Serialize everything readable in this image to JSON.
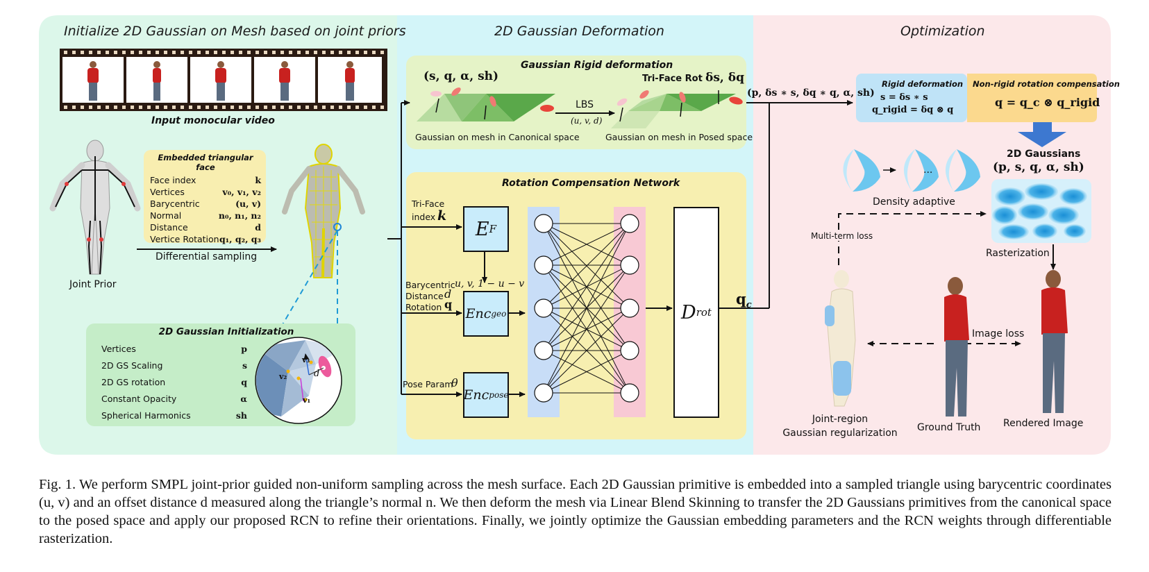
{
  "panels": {
    "left_title": "Initialize 2D Gaussian on Mesh based on joint priors",
    "middle_title": "2D Gaussian Deformation",
    "right_title": "Optimization"
  },
  "left": {
    "video_label": "Input monocular video",
    "joint_prior_label": "Joint Prior",
    "diff_sampling_label": "Differential sampling",
    "embedded_card": {
      "title": "Embedded triangular face",
      "rows": [
        {
          "key": "Face index",
          "value": "k"
        },
        {
          "key": "Vertices",
          "value": "v₀, v₁, v₂"
        },
        {
          "key": "Barycentric",
          "value": "(u, v)"
        },
        {
          "key": "Normal",
          "value": "n₀, n₁, n₂"
        },
        {
          "key": "Distance",
          "value": "d"
        },
        {
          "key": "Vertice Rotation",
          "value": "q₁, q₂, q₃"
        }
      ]
    },
    "init_card": {
      "title": "2D Gaussian Initialization",
      "rows": [
        {
          "key": "Vertices",
          "value": "p"
        },
        {
          "key": "2D GS Scaling",
          "value": "s"
        },
        {
          "key": "2D GS rotation",
          "value": "q"
        },
        {
          "key": "Constant Opacity",
          "value": "α"
        },
        {
          "key": "Spherical Harmonics",
          "value": "sh"
        }
      ],
      "circle_labels": {
        "v3": "v₃",
        "v2": "v₂",
        "v1": "v₁",
        "d": "d"
      }
    }
  },
  "middle": {
    "rigid_title": "Gaussian Rigid deformation",
    "params_label": "(s, q, α, sh)",
    "trifacerot_label": "Tri-Face Rot",
    "trifacerot_math": "δs, δq",
    "lbs_label": "LBS",
    "lbs_math": "(u, v, d)",
    "canonical_label": "Gaussian on mesh in Canonical space",
    "posed_label": "Gaussian on mesh in Posed space",
    "output_params": "(p, δs ∗ s, δq ∗ q, α, sh)",
    "rcn_title": "Rotation Compensation Network",
    "trifaceindex_label_1": "Tri-Face",
    "trifaceindex_label_2": "index",
    "trifaceindex_math": "k",
    "ef_label": "E",
    "ef_sub": "F",
    "barycentric_label": "Barycentric",
    "barycentric_math": "u, v, 1 − u − v",
    "distance_label": "Distance",
    "distance_math": "d",
    "rotation_label": "Rotation",
    "rotation_math": "q",
    "enc_geo_label": "Enc",
    "enc_geo_sub": "geo",
    "pose_label": "Pose Param",
    "pose_math": "θ",
    "enc_pose_label": "Enc",
    "enc_pose_sub": "pose",
    "drot_label": "D",
    "drot_sub": "rot",
    "qc_label": "q",
    "qc_sub": "c"
  },
  "right": {
    "rigid_box_title": "Rigid deformation",
    "rigid_eq1": "s = δs ∗ s",
    "rigid_eq2": "q_rigid = δq ⊗ q",
    "nonrigid_box_title": "Non-rigid rotation compensation",
    "nonrigid_eq": "q = q_c ⊗ q_rigid",
    "gaussians_title": "2D Gaussians",
    "gaussians_params": "(p,  s,  q,  α,  sh)",
    "density_label": "Density adaptive",
    "dots": "...",
    "multiterm_label": "Multi-term loss",
    "rasterization_label": "Rasterization",
    "image_loss_label": "Image loss",
    "joint_region_label_1": "Joint-region",
    "joint_region_label_2": "Gaussian regularization",
    "ground_truth_label": "Ground Truth",
    "rendered_label": "Rendered Image"
  },
  "caption": "Fig. 1.  We perform SMPL joint-prior guided non-uniform sampling across the mesh surface. Each 2D Gaussian primitive is embedded into a sampled triangle using barycentric coordinates (u, v) and an offset distance d measured along the triangle’s normal n. We then deform the mesh via Linear Blend Skinning to transfer the 2D Gaussians primitives from the canonical space to the posed space and apply our proposed RCN to refine their orientations. Finally, we jointly optimize the Gaussian embedding parameters and the RCN weights through differentiable rasterization.",
  "colors": {
    "left_bg": "#dcf7ea",
    "middle_bg": "#d3f5f9",
    "right_bg": "#fce8ea",
    "card_yellow": "#f8eeb0",
    "card_green": "#c5edc8",
    "rigid_blue": "#bfe3f7",
    "nonrigid_orange": "#fbd98e",
    "box_blue": "#c9ecfb",
    "nn_blue": "#c8ddf7",
    "nn_pink": "#f8c9d4"
  }
}
